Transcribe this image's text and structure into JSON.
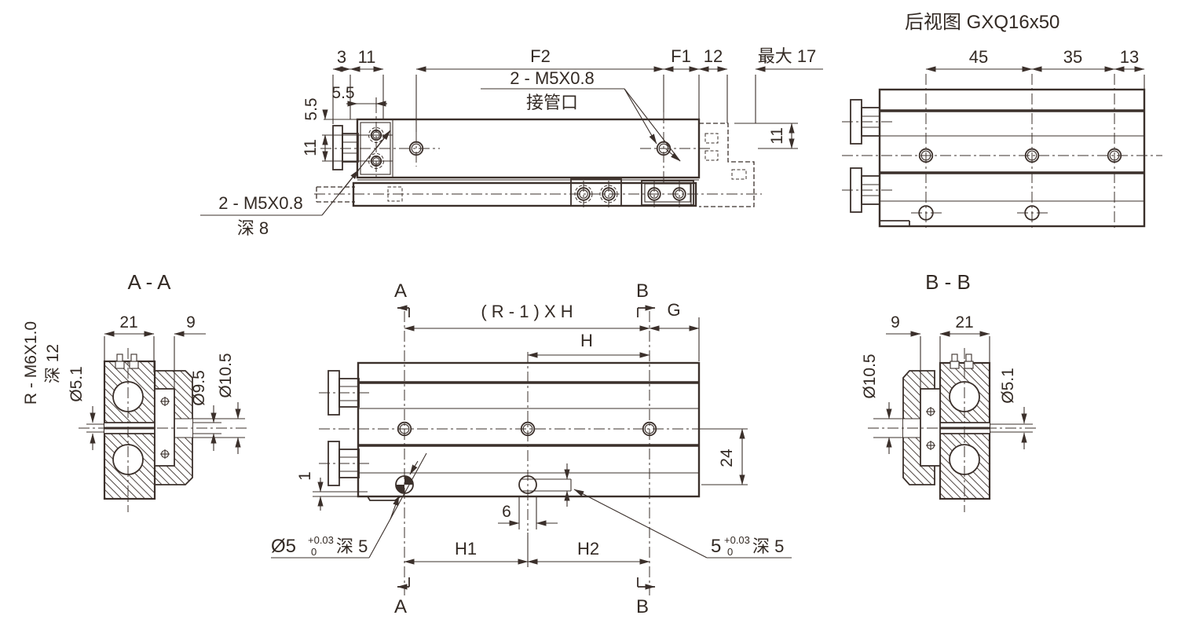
{
  "top_view": {
    "dim_3": "3",
    "dim_11_top": "11",
    "dim_f2": "F2",
    "dim_f1": "F1",
    "dim_12": "12",
    "dim_max": "最大 17",
    "dim_5_5_h": "5.5",
    "dim_5_5_v": "5.5",
    "dim_11_left": "11",
    "dim_11_right": "11",
    "port_callout": {
      "line1": "2 - M5X0.8",
      "line2": "接管口"
    },
    "thread_callout": {
      "line1": "2 - M5X0.8",
      "line2": "深 8"
    }
  },
  "rear_view": {
    "title": "后视图 GXQ16x50",
    "dim_45": "45",
    "dim_35": "35",
    "dim_13": "13"
  },
  "section_aa": {
    "title": "A - A",
    "thread_label": "R - M6X1.0",
    "thread_depth": "深 12",
    "dia_5_1": "Ø5.1",
    "dim_21": "21",
    "dim_9": "9",
    "dia_9_5": "Ø9.5",
    "dia_10_5": "Ø10.5"
  },
  "front_view": {
    "marker_a": "A",
    "marker_b": "B",
    "dim_pitch": "( R - 1 ) X H",
    "dim_h": "H",
    "dim_g": "G",
    "dim_24": "24",
    "dim_1": "1",
    "dim_6": "6",
    "dim_h1": "H1",
    "dim_h2": "H2",
    "callout_left": {
      "dia": "Ø5",
      "tol_top": "+0.03",
      "tol_bottom": "0",
      "depth": "深 5"
    },
    "callout_right": {
      "val": "5",
      "tol_top": "+0.03",
      "tol_bottom": "0",
      "depth": "深 5"
    }
  },
  "section_bb": {
    "title": "B - B",
    "dim_9": "9",
    "dim_21": "21",
    "dia_10_5": "Ø10.5",
    "dia_5_1": "Ø5.1"
  },
  "colors": {
    "line": "#3b302b",
    "background": "#ffffff"
  }
}
